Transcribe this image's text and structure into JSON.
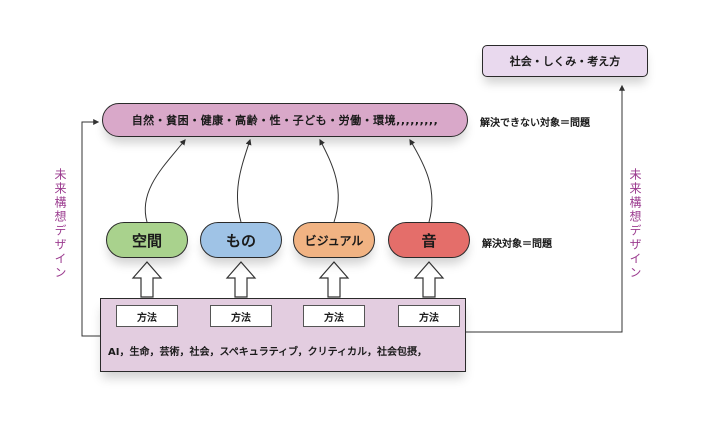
{
  "problems_bar": "自然・貧困・健康・高齢・性・子ども・労働・環境,,,,,,,,,",
  "problems_caption": "解決できない対象＝問題",
  "society_box": "社会・しくみ・考え方",
  "targets": [
    "空間",
    "もの",
    "ビジュアル",
    "音"
  ],
  "targets_caption": "解決対象＝問題",
  "method_label": "方法",
  "keywords": "AI，生命，芸術，社会，スペキュラティブ，クリティカル，社会包摂，",
  "side_label": "未来構想デザイン",
  "colors": {
    "purple_bar": "#d9a8c9",
    "lavender_box": "#e9d9ee",
    "green": "#a9d28d",
    "blue": "#9fc3e6",
    "orange": "#f1b383",
    "red": "#e46e6a",
    "bottom_box": "#e3cde0",
    "side_text": "#9b3b8f"
  }
}
